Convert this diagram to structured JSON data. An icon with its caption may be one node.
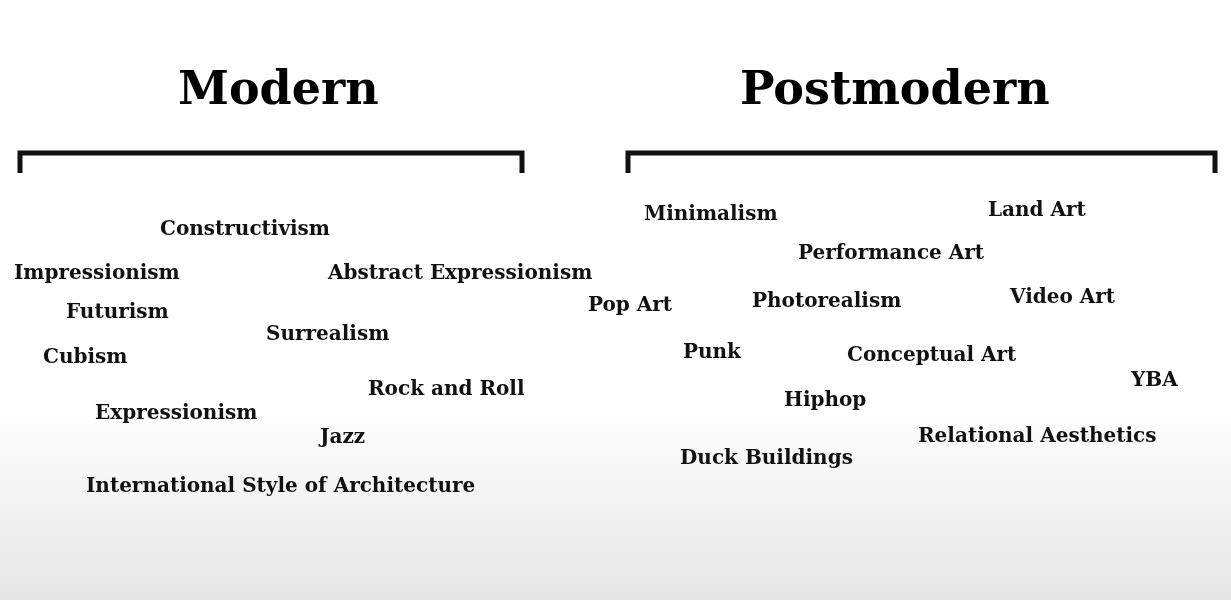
{
  "diagram": {
    "labels": [
      "Modern",
      "Postmodern",
      "Constructivism",
      "Impressionism",
      "Abstract Expressionism",
      "Futurism",
      "Surrealism",
      "Cubism",
      "Rock and Roll",
      "Expressionism",
      "Jazz",
      "International Style of Architecture",
      "Minimalism",
      "Land Art",
      "Performance Art",
      "Pop Art",
      "Photorealism",
      "Video Art",
      "Punk",
      "Conceptual Art",
      "YBA",
      "Hiphop",
      "Relational Aesthetics",
      "Duck Buildings"
    ]
  }
}
